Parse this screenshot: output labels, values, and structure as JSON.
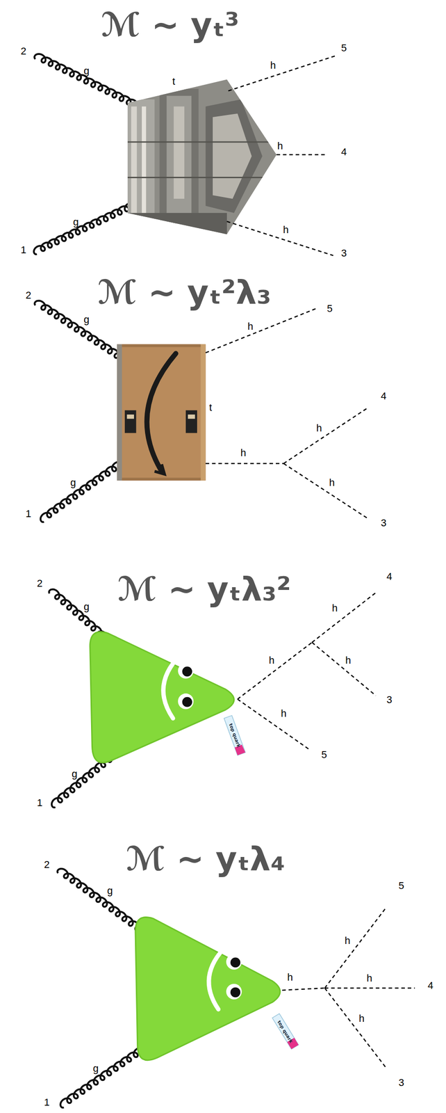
{
  "diagram": {
    "labels": [
      "ℳ ~ yₜ³",
      "2",
      "g",
      "1",
      "g",
      "t",
      "h",
      "5",
      "h",
      "4",
      "h",
      "3",
      "ℳ ~ yₜ²λ₃",
      "2",
      "g",
      "1",
      "g",
      "t",
      "h",
      "5",
      "h",
      "h",
      "4",
      "h",
      "3",
      "ℳ ~ yₜλ₃²",
      "2",
      "g",
      "1",
      "g",
      "top quark",
      "h",
      "h",
      "4",
      "h",
      "3",
      "h",
      "5",
      "ℳ ~ yₜλ₄",
      "2",
      "g",
      "1",
      "g",
      "top quark",
      "h",
      "h",
      "5",
      "h",
      "4",
      "h",
      "3"
    ]
  }
}
